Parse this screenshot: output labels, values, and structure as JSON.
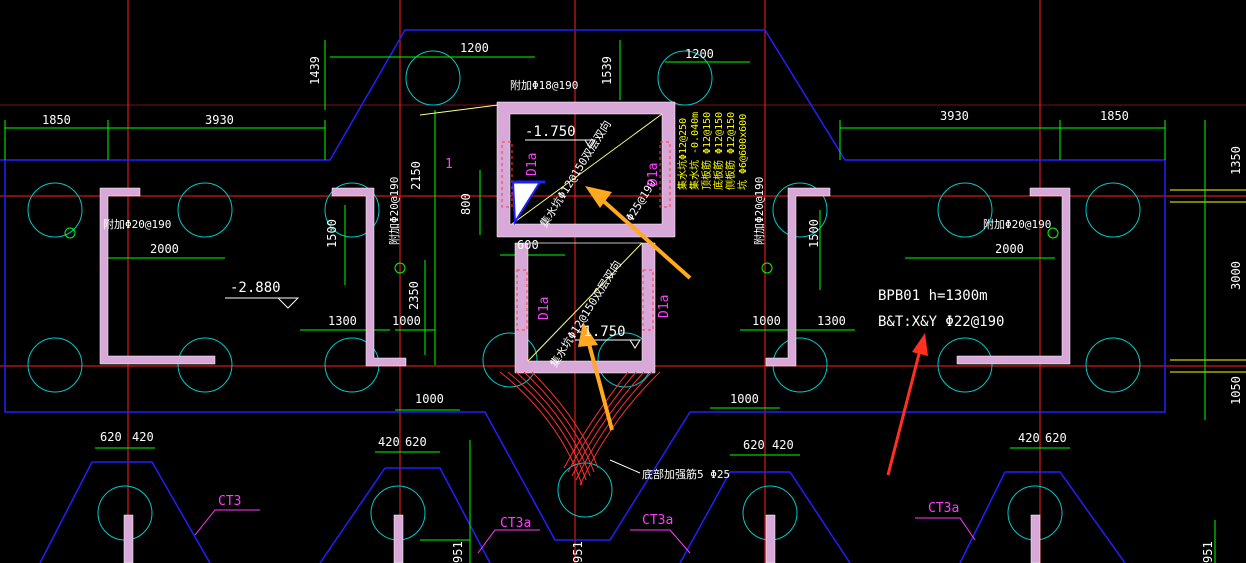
{
  "colors": {
    "background": "#000000",
    "outline": "#2020ff",
    "axis": "#ff2020",
    "dimension": "#00ff00",
    "pile": "#00c8c8",
    "wall_fill": "#d8a8d8",
    "annotation": "#ff3cff",
    "rebar_note": "#ffff00",
    "arrow_orange": "#ffa820",
    "arrow_red": "#ff3020",
    "text": "#ffffff"
  },
  "dimensions": {
    "d1850_left": "1850",
    "d3930_left": "3930",
    "d1200_left": "1200",
    "d1439": "1439",
    "d1539": "1539",
    "d1200_right": "1200",
    "d3930_right": "3930",
    "d1850_right": "1850",
    "d1350": "1350",
    "d3000": "3000",
    "d1050": "1050",
    "d2000_left": "2000",
    "d2000_right": "2000",
    "d2150": "2150",
    "d800": "800",
    "d600": "600",
    "d1500_left": "1500",
    "d1500_right": "1500",
    "d2350": "2350",
    "d1300_left": "1300",
    "d1000_a": "1000",
    "d1000_b": "1000",
    "d1300_right": "1300",
    "d1000_bottom_left": "1000",
    "d1000_bottom_right": "1000",
    "d620_1": "620",
    "d420_1": "420",
    "d420_2": "420",
    "d620_2": "620",
    "d620_3": "620",
    "d420_3": "420",
    "d420_4": "420",
    "d620_4": "620",
    "d951_1": "951",
    "d951_2": "951",
    "d951_3": "951"
  },
  "elevations": {
    "top_pit": "-1.750",
    "bottom_pit": "-1.750",
    "cap": "-2.880"
  },
  "annotations": {
    "marker_1": "1",
    "plate_title": "BPB01 h=1300m",
    "plate_rebar": "B&T:X&Y  Φ22@190",
    "rebar_top": "附加Φ18@190",
    "rebar_left": "附加Φ20@190",
    "rebar_right": "附加Φ20@190",
    "wall_left_vertical": "附加Φ20@190",
    "wall_right_vertical": "附加Φ20@190",
    "pit_top_diag": "集水坑Φ12@150双层双向",
    "pit_top_note": "Φ25@190",
    "pit_bottom_diag": "集水坑Φ12@150双层双向",
    "pit_label_top": "D1a",
    "pit_label_top_r": "D1a",
    "pit_label_bottom": "D1a",
    "pit_label_bottom_r": "D1a",
    "fan_note": "底部加强筋5 Φ25",
    "ct_left": "CT3",
    "ct_mid_left": "CT3a",
    "ct_mid_right": "CT3a",
    "ct_right": "CT3a"
  },
  "rebar_notes": [
    "集水坑Φ12@250",
    "集水坑 -0.040m",
    "顶板筋 Φ12@150",
    "底板筋 Φ12@150",
    "侧板筋 Φ12@150",
    "坑 Φ6@600x600"
  ]
}
